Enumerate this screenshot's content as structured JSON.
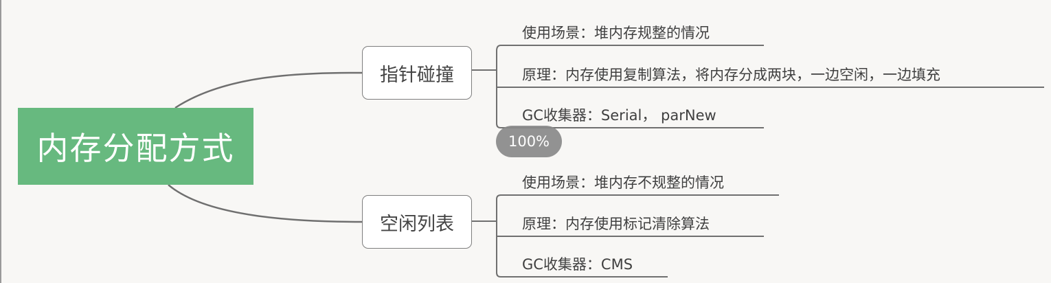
{
  "root": {
    "label": "内存分配方式"
  },
  "branches": [
    {
      "label": "指针碰撞",
      "leaves": [
        "使用场景：堆内存规整的情况",
        "原理：内存使用复制算法，将内存分成两块，一边空闲，一边填充",
        "GC收集器：Serial， parNew"
      ]
    },
    {
      "label": "空闲列表",
      "leaves": [
        "使用场景：堆内存不规整的情况",
        "原理：内存使用标记清除算法",
        "GC收集器：CMS"
      ]
    }
  ],
  "zoom": {
    "label": "100%"
  },
  "colors": {
    "root_fill": "#67b97f",
    "connector": "#6f6f6f",
    "badge": "#8a8a8a"
  }
}
